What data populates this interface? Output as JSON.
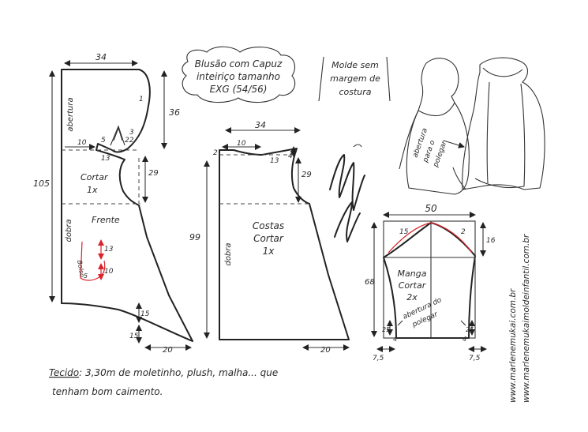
{
  "title": {
    "line1": "Blusão com Capuz",
    "line2": "inteiriço tamanho",
    "line3": "EXG (54/56)"
  },
  "note": {
    "line1": "Molde sem",
    "line2": "margem de",
    "line3": "costura"
  },
  "frente": {
    "top_width": "34",
    "hood_height": "36",
    "total_height": "105",
    "abertura_label": "abertura",
    "dobra_label": "dobra",
    "neck_len": "10",
    "neck_a": "5",
    "neck_b": "22",
    "dart_a": "3",
    "dart_b": "13",
    "pocket_small": "1",
    "armhole_height": "29",
    "name": "Frente",
    "cut": "Cortar",
    "cut_qty": "1x",
    "pocket_label": "Bolso",
    "pocket_h1": "13",
    "pocket_h2": "10",
    "pocket_w": "5",
    "hem_a": "15",
    "hem_b": "15",
    "hem_width": "20"
  },
  "costas": {
    "top_width": "34",
    "neck_len": "10",
    "neck_curve": "13",
    "left_top": "2",
    "shoulder": "4",
    "armhole_height": "29",
    "body_height": "99",
    "dobra_label": "dobra",
    "name": "Costas",
    "cut": "Cortar",
    "cut_qty": "1x",
    "hem_width": "20"
  },
  "manga": {
    "width": "50",
    "cap_left": "15",
    "cap_right": "2",
    "cap_height": "16",
    "length": "68",
    "name": "Manga",
    "cut": "Cortar",
    "cut_qty": "2x",
    "thumb_line1": "abertura do",
    "thumb_line2": "polegar",
    "cuff_left": "25",
    "cuff_left_b": "4",
    "cuff_right": "25",
    "cuff_right_b": "4",
    "hem_left": "7,5",
    "hem_right": "7,5"
  },
  "illustration": {
    "thumb_label_line1": "abertura",
    "thumb_label_line2": "para o",
    "thumb_label_line3": "polegar"
  },
  "fabric": {
    "label": "Tecido",
    "line1_rest": ": 3,30m de moletinho, plush, malha... que",
    "line2": "tenham bom caimento."
  },
  "watermark": {
    "url1": "www.marlenemukai.com.br",
    "url2": "www.marlenemukaimoldeinfantil.com.br"
  }
}
